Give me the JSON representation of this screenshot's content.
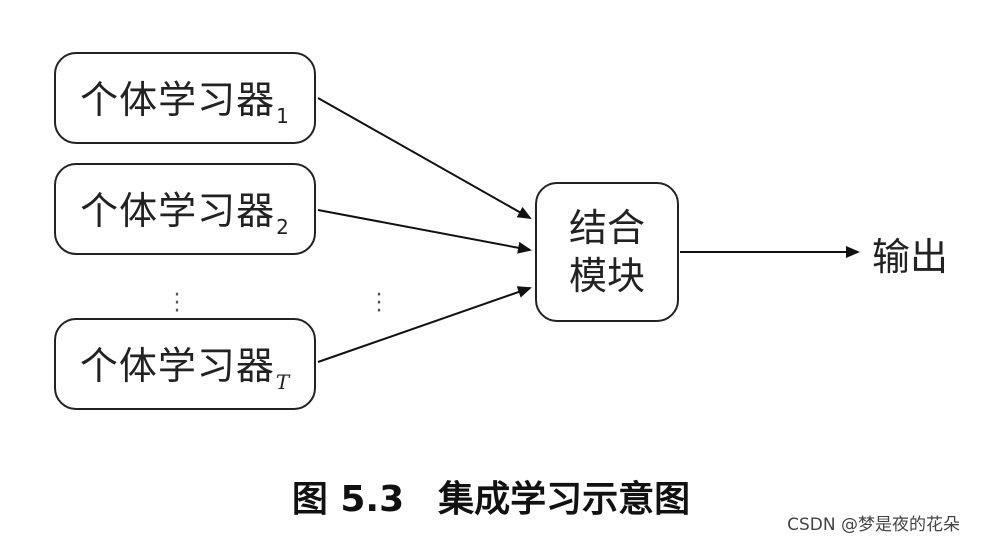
{
  "learners": [
    {
      "label": "个体学习器",
      "sub": "1",
      "italic": false
    },
    {
      "label": "个体学习器",
      "sub": "2",
      "italic": false
    },
    {
      "label": "个体学习器",
      "sub": "T",
      "italic": true
    }
  ],
  "combiner": {
    "line1": "结合",
    "line2": "模块"
  },
  "output": "输出",
  "caption": {
    "number": "图 5.3",
    "title": "集成学习示意图"
  },
  "watermark": "CSDN @梦是夜的花朵"
}
